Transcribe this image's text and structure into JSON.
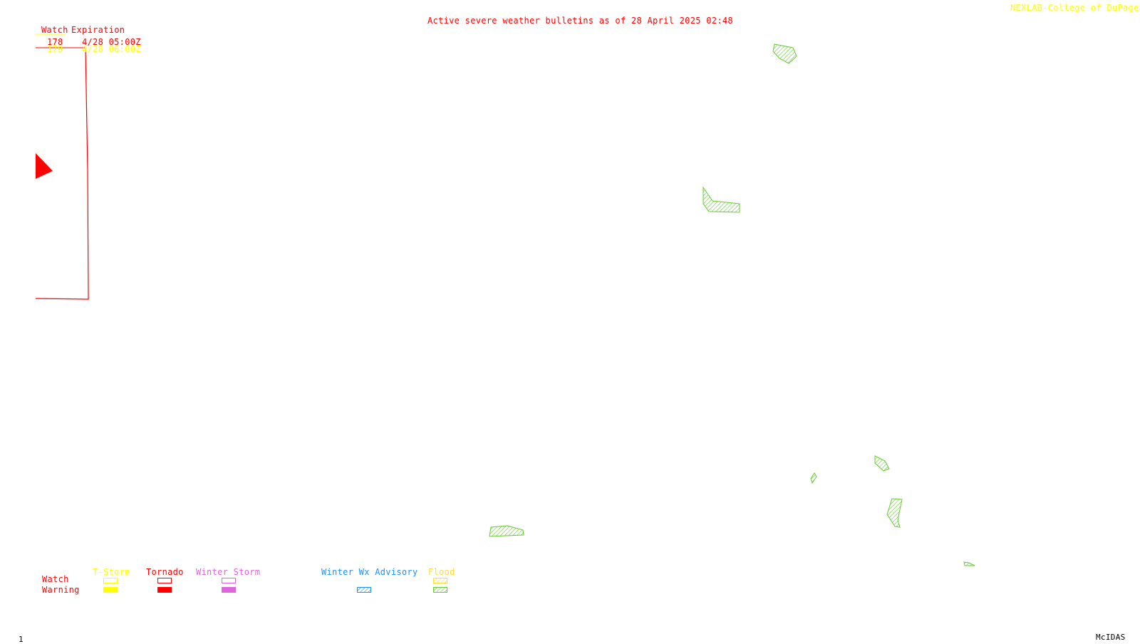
{
  "header": {
    "title": "Active severe weather bulletins as of 28 April 2025 02:48",
    "credit": "NEXLAB-College of DuPage R"
  },
  "watch_table": {
    "header_watch": "Watch",
    "header_expiration": "Expiration",
    "rows": [
      {
        "number": "178",
        "expiration": "4/28 05:00Z",
        "color": "#ff0000"
      },
      {
        "number": "179",
        "expiration": "4/28 06:00Z",
        "color": "#ffff00"
      }
    ]
  },
  "legend": {
    "row_labels": {
      "watch": "Watch",
      "warning": "Warning"
    },
    "categories": [
      {
        "label": "T-Storm",
        "color": "#ffff00",
        "watch_style": "outline",
        "warning_style": "fill"
      },
      {
        "label": "Tornado",
        "color": "#ff0000",
        "watch_style": "outline",
        "warning_style": "fill"
      },
      {
        "label": "Winter Storm",
        "color": "#dd66dd",
        "watch_style": "outline",
        "warning_style": "fill"
      },
      {
        "label": "Winter Wx Advisory",
        "color": "#1e90ff",
        "watch_style": "none",
        "warning_style": "hatch"
      },
      {
        "label": "Flood",
        "color": "#ffdd33",
        "watch_style": "hatch",
        "warning_style": "hatch"
      }
    ],
    "flood_warning_color": "#66cc33"
  },
  "footer": {
    "frame": "1",
    "software": "McIDAS"
  },
  "colors": {
    "tornado": "#ff0000",
    "tstorm": "#ffff00",
    "flood_warning": "#66cc33",
    "background": "#ffffff"
  }
}
